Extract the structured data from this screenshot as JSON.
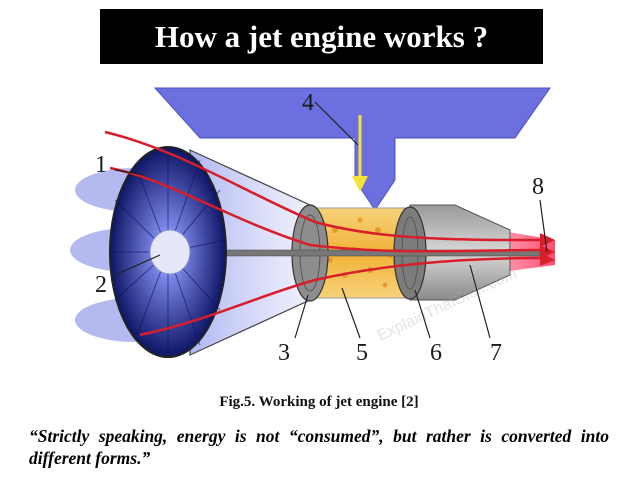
{
  "title": "How a jet engine works ?",
  "diagram": {
    "labels": [
      "1",
      "2",
      "3",
      "4",
      "5",
      "6",
      "7",
      "8"
    ],
    "watermark": "ExplainThatStuff.com",
    "colors": {
      "fuel_duct": "#6b6fe0",
      "fan": "#1d2a8c",
      "flow_arrows": "#d81e2a",
      "fuel_arrow": "#f2e23a",
      "combustion": "#f4c84a"
    }
  },
  "caption": "Fig.5. Working of jet engine [2]",
  "quote": "“Strictly speaking, energy is not “consumed”, but rather is converted into different forms.”"
}
